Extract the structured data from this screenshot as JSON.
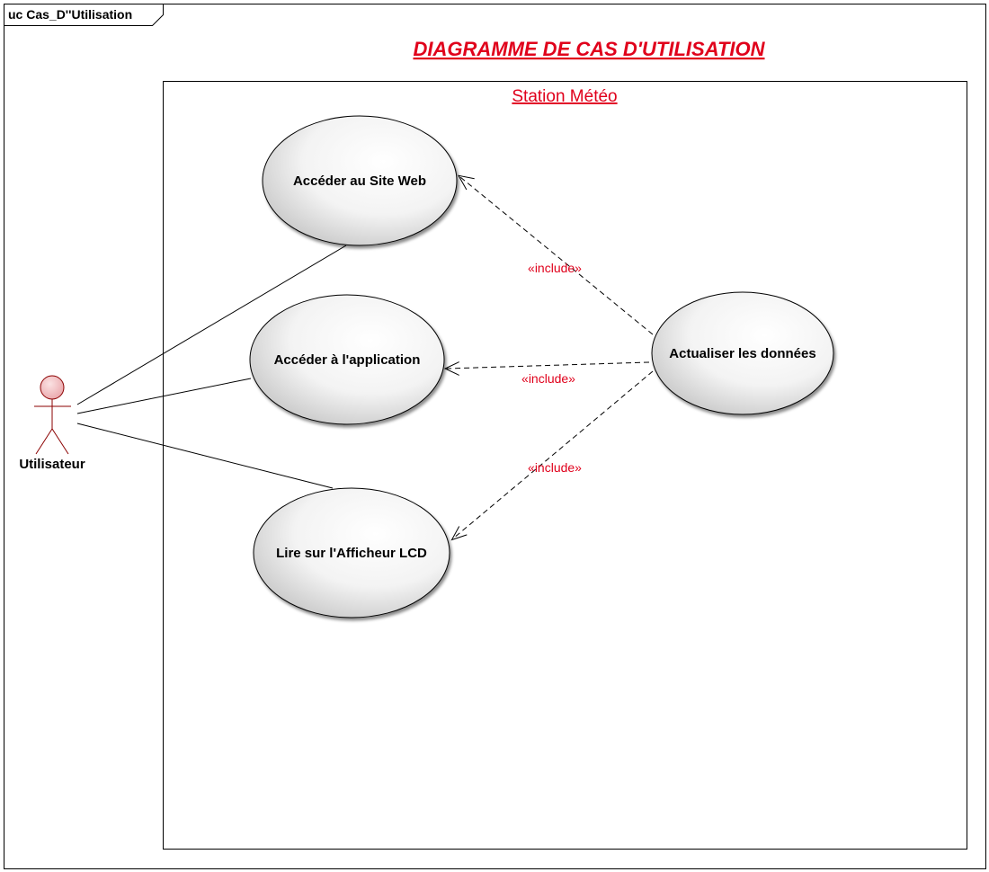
{
  "frame": {
    "tab_label": "uc Cas_D''Utilisation"
  },
  "title": "DIAGRAMME DE CAS D'UTILISATION",
  "system": {
    "name": "Station Météo"
  },
  "actor": {
    "name": "Utilisateur"
  },
  "use_cases": [
    {
      "id": "site_web",
      "label": "Accéder au Site Web"
    },
    {
      "id": "application",
      "label": "Accéder à l'application"
    },
    {
      "id": "lcd",
      "label": "Lire sur l'Afficheur LCD"
    },
    {
      "id": "actualiser",
      "label": "Actualiser les données"
    }
  ],
  "associations": [
    {
      "from": "Utilisateur",
      "to": "Accéder au Site Web"
    },
    {
      "from": "Utilisateur",
      "to": "Accéder à l'application"
    },
    {
      "from": "Utilisateur",
      "to": "Lire sur l'Afficheur LCD"
    }
  ],
  "includes": [
    {
      "from": "Actualiser les données",
      "to": "Accéder au Site Web",
      "stereotype": "«include»"
    },
    {
      "from": "Actualiser les données",
      "to": "Accéder à l'application",
      "stereotype": "«include»"
    },
    {
      "from": "Actualiser les données",
      "to": "Lire sur l'Afficheur LCD",
      "stereotype": "«include»"
    }
  ],
  "colors": {
    "accent": "#e0001b",
    "actor_fill": "#f4c6c8",
    "actor_stroke": "#8b0000",
    "line": "#000000"
  }
}
